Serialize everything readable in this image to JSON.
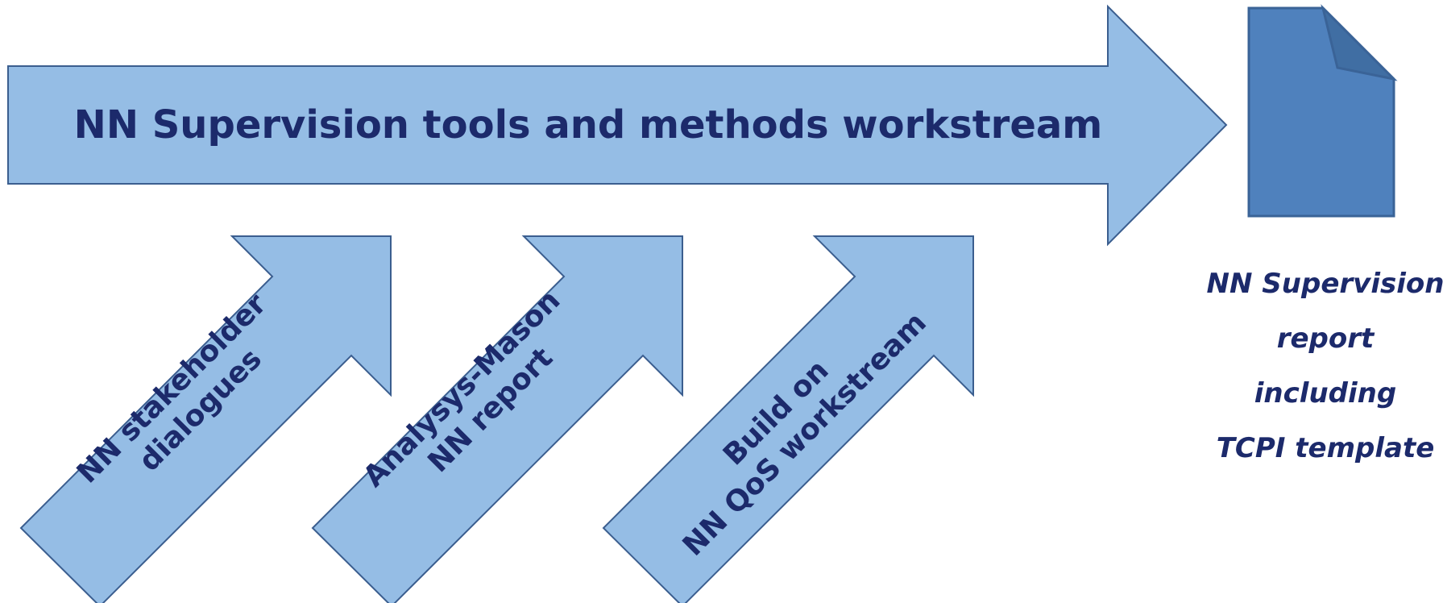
{
  "main_arrow": {
    "label": "NN Supervision tools and methods workstream"
  },
  "input_arrows": [
    {
      "lines": [
        "NN stakeholder",
        "dialogues"
      ]
    },
    {
      "lines": [
        "Analysys-Mason",
        "NN report"
      ]
    },
    {
      "lines": [
        "Build on",
        "NN QoS workstream"
      ]
    }
  ],
  "output": {
    "lines": [
      "NN Supervision",
      "report",
      "including",
      "TCPI template"
    ]
  },
  "colors": {
    "arrow_fill": "#95bde5",
    "arrow_stroke": "#3b5e8f",
    "document_fill": "#4f81bd",
    "text": "#1c2a6b"
  },
  "icons": [
    "document-icon"
  ]
}
